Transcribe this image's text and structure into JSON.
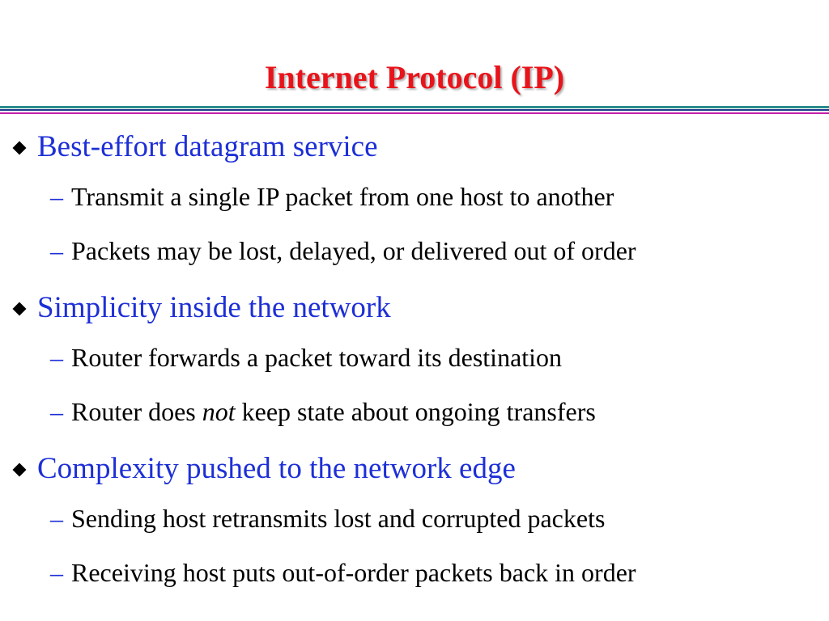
{
  "slide": {
    "title": "Internet Protocol (IP)",
    "bullet_icon": "diamond-bullet",
    "dash_glyph": "–",
    "colors": {
      "title": "#e8141b",
      "bullet_text": "#1d2fd6",
      "sub_text": "#000000",
      "rule_teal": "#2a8c8c",
      "rule_navy": "#1c3a8a",
      "rule_magenta": "#c21fa8"
    },
    "bullets": [
      {
        "text": "Best-effort datagram service",
        "subs": [
          "Transmit a single IP packet from one host to another",
          "Packets may be lost, delayed, or delivered out of order"
        ]
      },
      {
        "text": "Simplicity inside the network",
        "subs": [
          "Router forwards a packet toward its destination",
          {
            "before": "Router does ",
            "emphasis": "not",
            "after": " keep state about ongoing transfers"
          }
        ]
      },
      {
        "text": "Complexity pushed to the network edge",
        "subs": [
          "Sending host retransmits lost and corrupted packets",
          "Receiving host puts out-of-order packets back in order"
        ]
      }
    ]
  }
}
